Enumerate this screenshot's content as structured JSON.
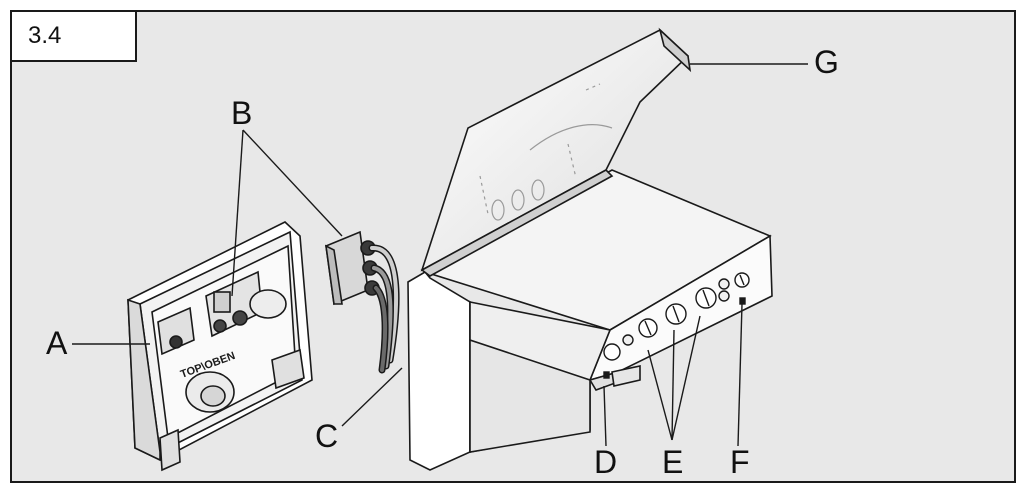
{
  "figure": {
    "number": "3.4"
  },
  "callouts": {
    "A": "A",
    "B": "B",
    "C": "C",
    "D": "D",
    "E": "E",
    "F": "F",
    "G": "G"
  },
  "back_plate": {
    "marking": "TOP\\OBEN"
  },
  "colors": {
    "frame_bg": "#e8e8e8",
    "line": "#1a1a1a",
    "panel": "#f7f7f7"
  }
}
